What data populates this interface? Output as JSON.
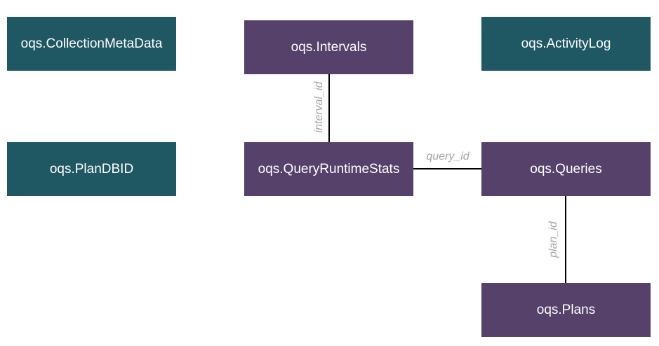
{
  "colors": {
    "teal": "#1f5763",
    "purple": "#55416a",
    "connector": "#000000",
    "label": "#a6a6a6"
  },
  "tables": {
    "collection_meta_data": "oqs.CollectionMetaData",
    "intervals": "oqs.Intervals",
    "activity_log": "oqs.ActivityLog",
    "plan_dbid": "oqs.PlanDBID",
    "query_runtime_stats": "oqs.QueryRuntimeStats",
    "queries": "oqs.Queries",
    "plans": "oqs.Plans"
  },
  "relations": {
    "interval_id": "interval_id",
    "query_id": "query_id",
    "plan_id": "plan_id"
  }
}
